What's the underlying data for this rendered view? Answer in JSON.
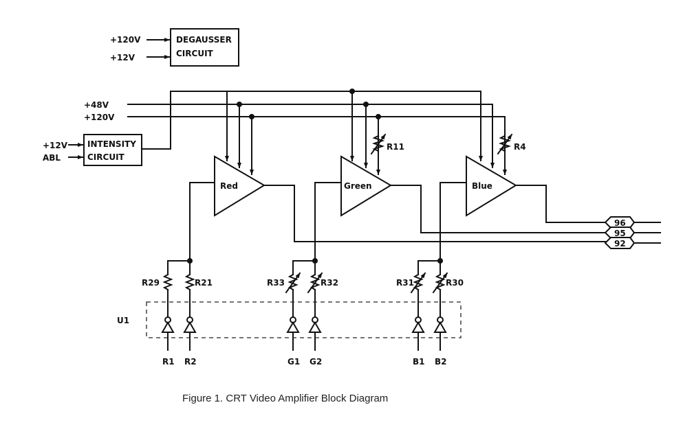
{
  "degausser": {
    "line1": "DEGAUSSER",
    "line2": "CIRCUIT",
    "in_120v": "+120V",
    "in_12v": "+12V"
  },
  "intensity": {
    "line1": "INTENSITY",
    "line2": "CIRCUIT",
    "in_12v": "+12V",
    "in_abl": "ABL"
  },
  "rails": {
    "v48": "+48V",
    "v120": "+120V"
  },
  "amplifiers": {
    "red": "Red",
    "green": "Green",
    "blue": "Blue"
  },
  "resistors": {
    "r11": "R11",
    "r4": "R4",
    "r29": "R29",
    "r21": "R21",
    "r33": "R33",
    "r32": "R32",
    "r31": "R31",
    "r30": "R30"
  },
  "ic_label": "U1",
  "inputs": {
    "r1": "R1",
    "r2": "R2",
    "g1": "G1",
    "g2": "G2",
    "b1": "B1",
    "b2": "B2"
  },
  "connectors": {
    "c96": "96",
    "c95": "95",
    "c92": "92"
  },
  "caption": "Figure 1. CRT Video Amplifier Block Diagram"
}
